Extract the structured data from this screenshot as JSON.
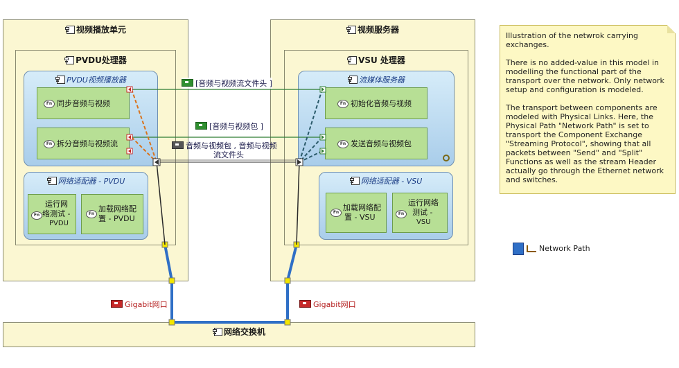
{
  "nodes": {
    "left": {
      "title": "视频播放单元"
    },
    "right": {
      "title": "视频服务器"
    },
    "switch": {
      "title": "网络交换机"
    }
  },
  "processors": {
    "left": {
      "title": "PVDU处理器"
    },
    "right": {
      "title": "VSU 处理器"
    }
  },
  "components": {
    "left_player": {
      "title": "PVDU视频播放器",
      "functions": [
        "同步音频与视频",
        "拆分音频与视频流"
      ]
    },
    "left_netadapter": {
      "title": "网络适配器 - PVDU",
      "functions": [
        {
          "lines": [
            "运行网",
            "络测试 -",
            "PVDU"
          ]
        },
        {
          "lines": [
            "加载网络配",
            "置 - PVDU"
          ]
        }
      ]
    },
    "right_media": {
      "title": "流媒体服务器",
      "functions": [
        "初始化音频与视频",
        "发送音频与视频包"
      ]
    },
    "right_netadapter": {
      "title": "网络适配器 - VSU",
      "functions": [
        {
          "lines": [
            "加载网络配",
            "置 - VSU"
          ]
        },
        {
          "lines": [
            "运行网络",
            "测试 -",
            "VSU"
          ]
        }
      ]
    }
  },
  "exchanges": {
    "header": "[音频与视频流文件头 ]",
    "packet": "[音频与视频包 ]",
    "combined_line1": "音频与视频包 , 音频与视频",
    "combined_line2": "流文件头"
  },
  "physical_links": {
    "left": "Gigabit网口",
    "right": "Gigabit网口"
  },
  "legend": {
    "label": "Network Path",
    "color": "#2f6fc6"
  },
  "note": {
    "paragraphs": [
      "Illustration of the netwrok carrying exchanges.",
      "There is no added-value in this model in modelling the functional part of the transport over the network. Only network setup and configuration is modeled.",
      "The transport between components are modeled with Physical Links. Here, the Physical Path \"Network Path\" is set to transport the Component Exchange \"Streaming Protocol\", showing that all packets between \"Send\" and \"Split\" Functions as well as the stream Header actually go through the Ethernet network and switches."
    ]
  },
  "function_icon": "fn-icon",
  "colors": {
    "node_fill": "#fbf7d2",
    "component_fill": "#bcd9f0",
    "function_fill": "#b7df95",
    "network_path": "#2f6fc6",
    "exchange_line": "#2e7d32",
    "physical_link_label": "#b31b1b"
  }
}
